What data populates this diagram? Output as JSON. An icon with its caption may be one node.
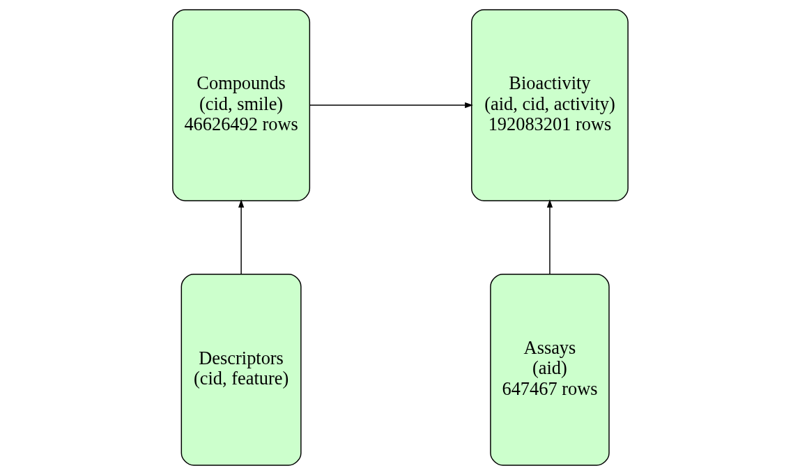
{
  "diagram": {
    "nodes": [
      {
        "text": [
          "Compounds",
          "(cid, smile)",
          "46626492 rows"
        ]
      },
      {
        "text": [
          "Bioactivity",
          "(aid, cid, activity)",
          "192083201 rows"
        ]
      },
      {
        "text": [
          "Descriptors",
          "(cid, feature)"
        ]
      },
      {
        "text": [
          "Assays",
          "(aid)",
          "647467 rows"
        ]
      }
    ],
    "edges": [
      {
        "from": 0,
        "to": 1,
        "arrow": "to"
      },
      {
        "from": 2,
        "to": 0,
        "arrow": "to"
      },
      {
        "from": 3,
        "to": 1,
        "arrow": "to"
      }
    ]
  }
}
